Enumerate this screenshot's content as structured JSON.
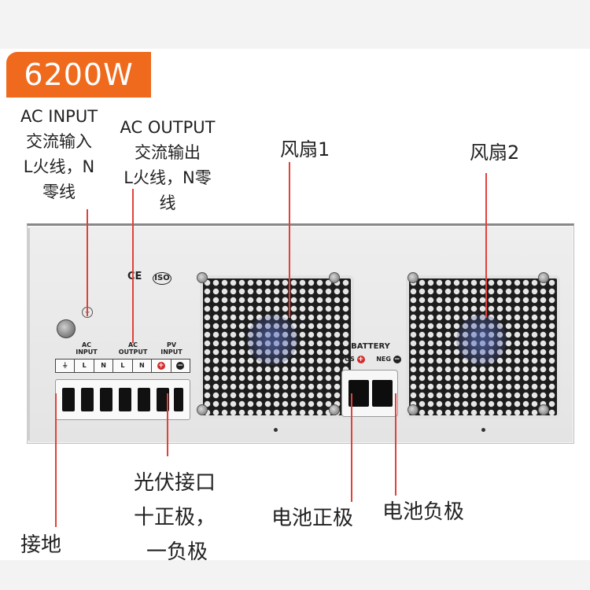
{
  "title": "6200W",
  "labels": {
    "ac_input": [
      "AC INPUT",
      "交流输入",
      "L火线，N",
      "零线"
    ],
    "ac_output": [
      "AC OUTPUT",
      "交流输出",
      "L火线，N零",
      "线"
    ],
    "fan1": "风扇1",
    "fan2": "风扇2",
    "pv": [
      "光伏接口",
      "十正极，",
      "一负极"
    ],
    "battery_pos": "电池正极",
    "battery_neg": "电池负极",
    "ground": "接地"
  },
  "panel": {
    "ac_input": "AC\nINPUT",
    "ac_output": "AC\nOUTPUT",
    "pv_input": "PV\nINPUT",
    "terminals": [
      "⏚",
      "L",
      "N",
      "L",
      "N",
      "+",
      "−"
    ],
    "battery": "BATTERY",
    "pos": "POS",
    "neg": "NEG",
    "ce": "CE",
    "iso": "ISO"
  },
  "colors": {
    "accent": "#ef6a1c",
    "leader": "#e0423a",
    "positive": "#d42a2a",
    "negative": "#222222"
  }
}
